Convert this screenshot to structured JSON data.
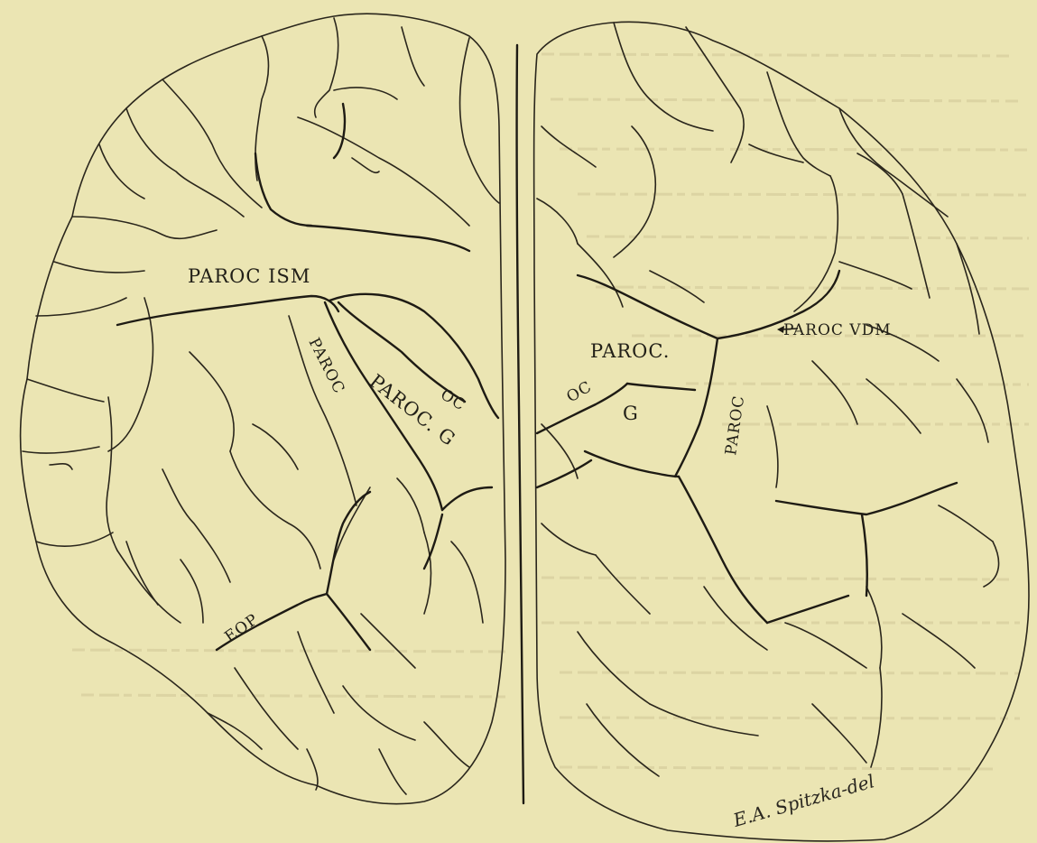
{
  "labels": {
    "paroc_ism": "PAROC ISM",
    "paroc_left_vertical": "PAROC",
    "paroc_g_left": "PAROC. G",
    "oc_left": "OC",
    "eop": "EOP",
    "paroc_vdm": "PAROC VDM",
    "paroc_right": "PAROC.",
    "oc_right": "OC",
    "g_right": "G",
    "paroc_right_vertical": "PAROC"
  },
  "signature": "E.A. Spitzka-del",
  "colors": {
    "paper": "#ebe5b3",
    "ink": "#1e1b14"
  }
}
